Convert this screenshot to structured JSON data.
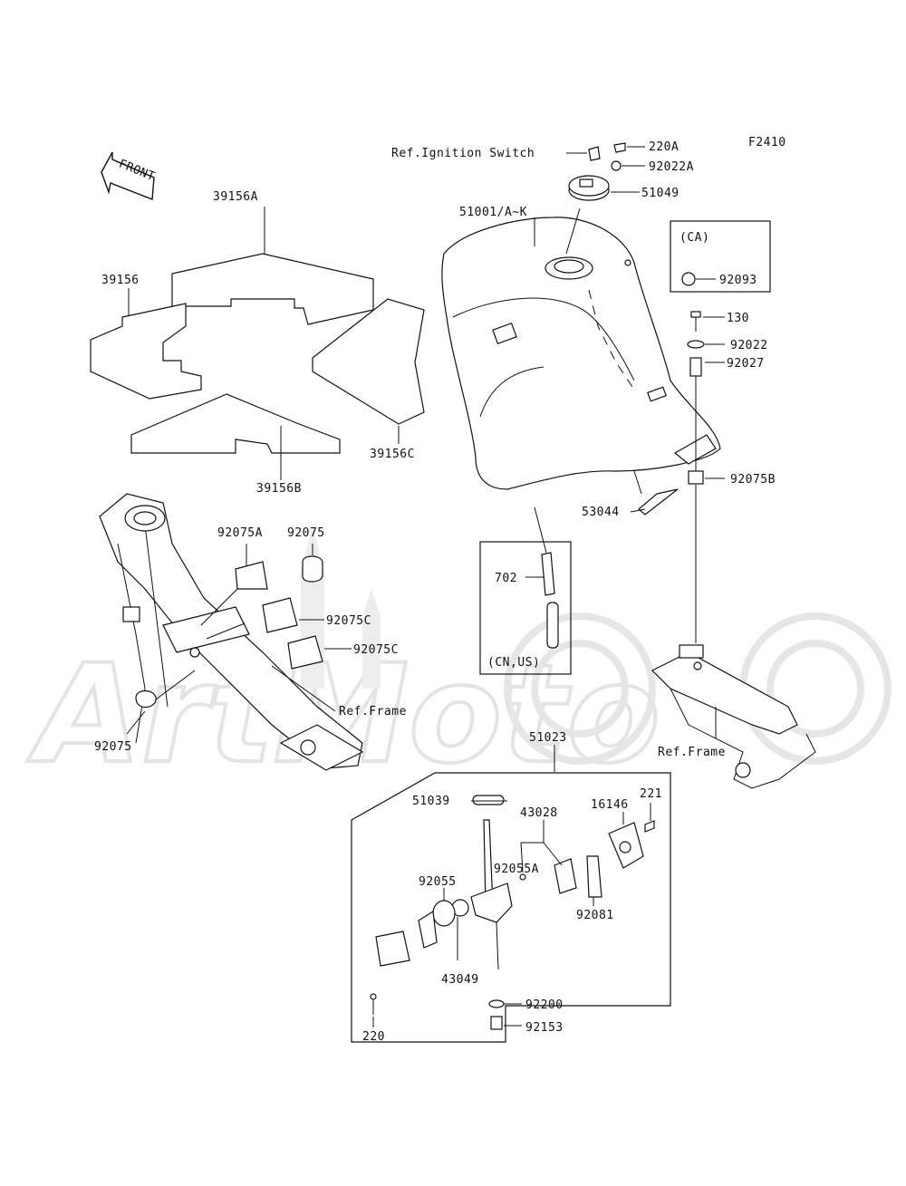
{
  "diagram": {
    "code": "F2410",
    "front_label": "FRONT",
    "watermark": "ArtMoto",
    "labels": {
      "ref_ignition": "Ref.Ignition Switch",
      "p220A": "220A",
      "p92022A": "92022A",
      "p51049": "51049",
      "p51001": "51001/A~K",
      "ca_note": "(CA)",
      "p92093": "92093",
      "p130": "130",
      "p92022": "92022",
      "p92027": "92027",
      "p92075B": "92075B",
      "p53044": "53044",
      "p39156A": "39156A",
      "p39156": "39156",
      "p39156C": "39156C",
      "p39156B": "39156B",
      "p92075A": "92075A",
      "p92075_top": "92075",
      "p92075C_1": "92075C",
      "p92075C_2": "92075C",
      "p92075_bottom": "92075",
      "ref_frame_left": "Ref.Frame",
      "p702": "702",
      "cn_us_note": "(CN,US)",
      "ref_frame_right": "Ref.Frame",
      "p51023": "51023",
      "p51039": "51039",
      "p43028": "43028",
      "p16146": "16146",
      "p221": "221",
      "p92055A": "92055A",
      "p92081": "92081",
      "p92055": "92055",
      "p43049": "43049",
      "p92200": "92200",
      "p92153": "92153",
      "p220": "220"
    }
  }
}
